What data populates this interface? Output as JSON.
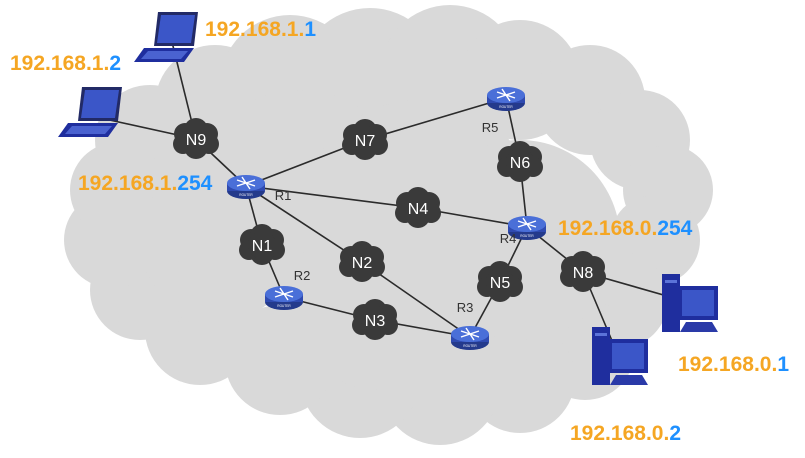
{
  "colors": {
    "cloud": "#d9d9d9",
    "link": "#2b2b2b",
    "net_blob": "#3a3a3a",
    "net_label": "#ffffff",
    "router_body": "#4a6fd8",
    "router_label": "#333333",
    "ip_network": "#f5a623",
    "ip_host": "#1e90ff",
    "device": "#1f2e9e"
  },
  "networks": [
    "N1",
    "N2",
    "N3",
    "N4",
    "N5",
    "N6",
    "N7",
    "N8",
    "N9"
  ],
  "routers": [
    "R1",
    "R2",
    "R3",
    "R4",
    "R5"
  ],
  "router_badge_text": "ROUTER",
  "ip_labels": {
    "pc_1_1": {
      "net": "192",
      "p2": "168",
      "p3": "1",
      "host": "1"
    },
    "pc_1_2": {
      "net": "192",
      "p2": "168",
      "p3": "1",
      "host": "2"
    },
    "r1_gateway": {
      "net": "192",
      "p2": "168",
      "p3": "1",
      "host": "254"
    },
    "r4_gateway": {
      "net": "192",
      "p2": "168",
      "p3": "0",
      "host": "254"
    },
    "pc_0_1": {
      "net": "192",
      "p2": "168",
      "p3": "0",
      "host": "1"
    },
    "pc_0_2": {
      "net": "192",
      "p2": "168",
      "p3": "0",
      "host": "2"
    }
  },
  "devices": [
    {
      "name": "laptop-1",
      "icon": "laptop-icon",
      "ip": "pc_1_1"
    },
    {
      "name": "laptop-2",
      "icon": "laptop-icon",
      "ip": "pc_1_2"
    },
    {
      "name": "desktop-1",
      "icon": "desktop-icon",
      "ip": "pc_0_1"
    },
    {
      "name": "desktop-2",
      "icon": "desktop-icon",
      "ip": "pc_0_2"
    }
  ],
  "links": [
    [
      "laptop-1",
      "N9"
    ],
    [
      "laptop-2",
      "N9"
    ],
    [
      "N9",
      "R1"
    ],
    [
      "R1",
      "N7"
    ],
    [
      "N7",
      "R5"
    ],
    [
      "R5",
      "N6"
    ],
    [
      "N6",
      "R4"
    ],
    [
      "R1",
      "N4"
    ],
    [
      "N4",
      "R4"
    ],
    [
      "R1",
      "N1"
    ],
    [
      "N1",
      "R2"
    ],
    [
      "R1",
      "N2"
    ],
    [
      "N2",
      "R3"
    ],
    [
      "R2",
      "N3"
    ],
    [
      "N3",
      "R3"
    ],
    [
      "R3",
      "N5"
    ],
    [
      "N5",
      "R4"
    ],
    [
      "R4",
      "N8"
    ],
    [
      "N8",
      "desktop-1"
    ],
    [
      "N8",
      "desktop-2"
    ]
  ]
}
